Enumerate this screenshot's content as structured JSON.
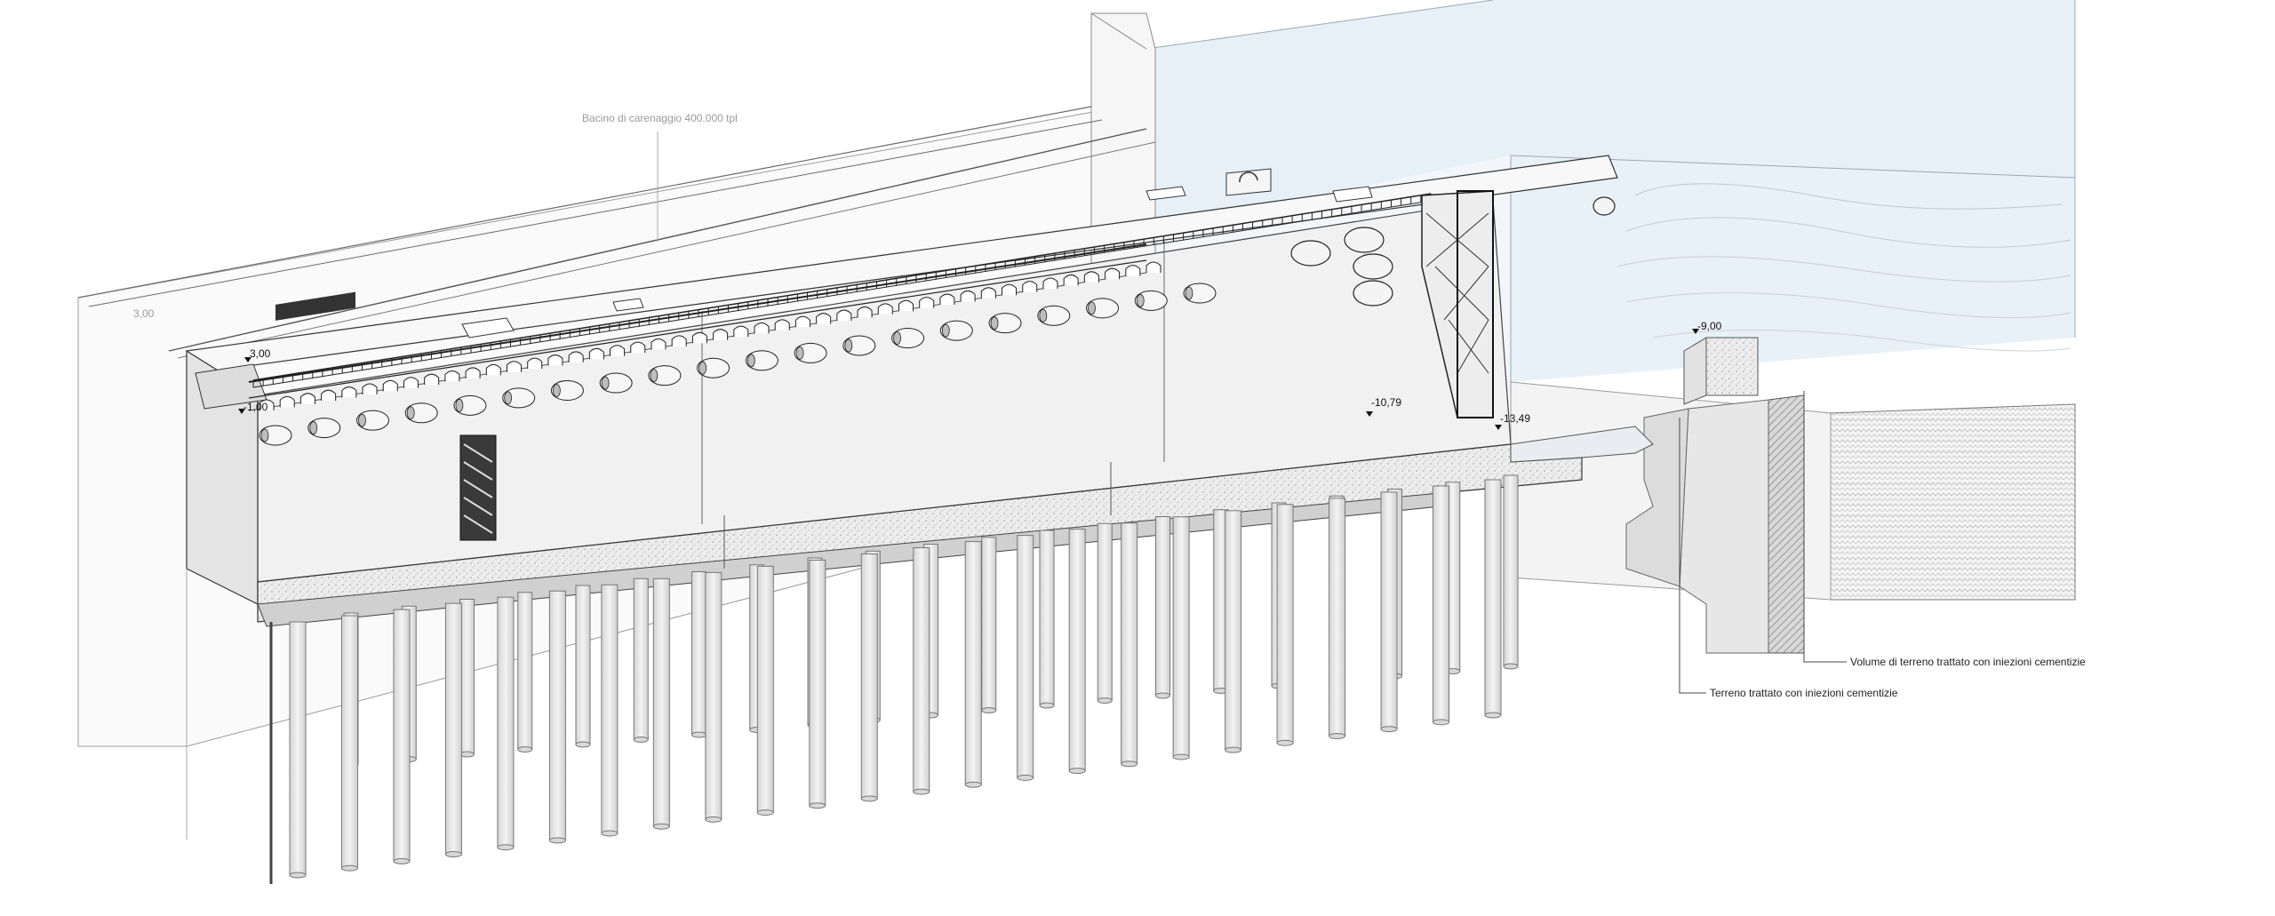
{
  "drawing": {
    "title_label": "Bacino di carenaggio 400.000 tpl",
    "ghost_level": "3,00",
    "levels": {
      "top_left": "3,00",
      "mid_left": "-1,00",
      "gallery": "-10,79",
      "floor": "-13,49",
      "right_cap": "-9,00"
    },
    "annotations": {
      "treated_volume": "Volume di terreno trattato con iniezioni cementizie",
      "treated_soil": "Terreno trattato con iniezioni cementizie"
    }
  },
  "colors": {
    "line": "#2a2a2a",
    "light_line": "#8c8c8c",
    "water": "#dbe7f3",
    "concrete": "#eeeeee",
    "pile": "#e6e6e6"
  }
}
